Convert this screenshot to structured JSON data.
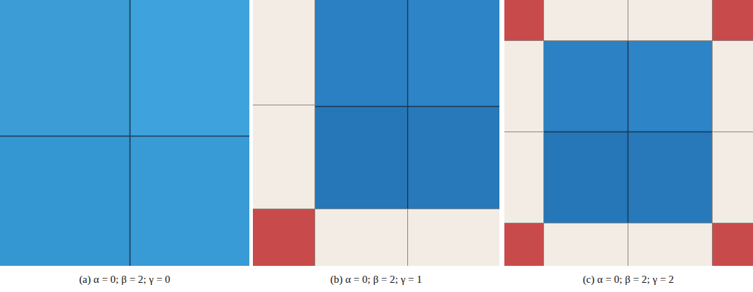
{
  "diagram": {
    "labels": [
      "(a) α = 0; β = 2; γ = 0",
      "(b) α = 0; β = 2; γ = 1",
      "(c) α = 0; β = 2; γ = 2"
    ]
  }
}
